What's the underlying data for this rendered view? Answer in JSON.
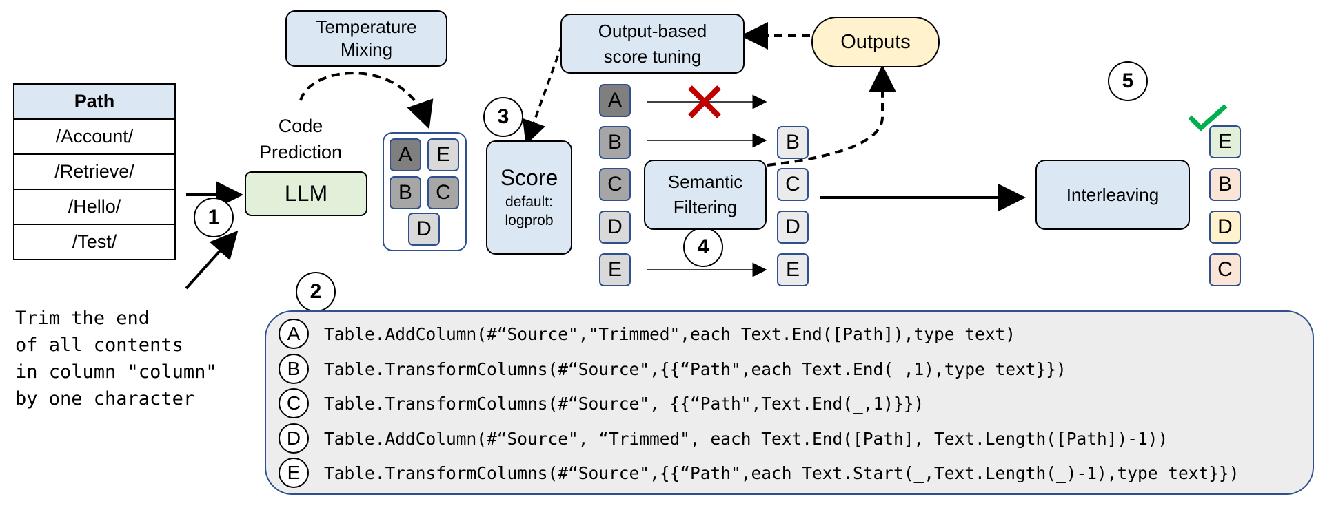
{
  "table": {
    "header": "Path",
    "rows": [
      "/Account/",
      "/Retrieve/",
      "/Hello/",
      "/Test/"
    ]
  },
  "nl_query": [
    "Trim the end",
    "of all contents",
    "in column \"column\"",
    "by one character"
  ],
  "nodes": {
    "llm": "LLM",
    "code_prediction": [
      "Code",
      "Prediction"
    ],
    "temperature_mixing": [
      "Temperature",
      "Mixing"
    ],
    "score": {
      "title": "Score",
      "subtitle": [
        "default:",
        "logprob"
      ]
    },
    "output_tuning": [
      "Output-based",
      "score tuning"
    ],
    "outputs": "Outputs",
    "semantic_filtering": [
      "Semantic",
      "Filtering"
    ],
    "interleaving": "Interleaving"
  },
  "steps": [
    "1",
    "2",
    "3",
    "4",
    "5"
  ],
  "candidate_pool": [
    "A",
    "E",
    "B",
    "C",
    "D"
  ],
  "scored_candidates": [
    "A",
    "B",
    "C",
    "D",
    "E"
  ],
  "filtered_candidates": [
    "B",
    "C",
    "D",
    "E"
  ],
  "final_ranking": [
    "E",
    "B",
    "D",
    "C"
  ],
  "marks": {
    "reject_icon": "cross-mark-icon",
    "accept_icon": "check-mark-icon",
    "reject_color": "#c00000",
    "accept_color": "#00b050"
  },
  "programs": [
    {
      "letter": "A",
      "code": "Table.AddColumn(#“Source\",\"Trimmed\",each Text.End([Path]),type text)"
    },
    {
      "letter": "B",
      "code": "Table.TransformColumns(#“Source\",{{“Path\",each Text.End(_,1),type text}})"
    },
    {
      "letter": "C",
      "code": "Table.TransformColumns(#“Source\", {{“Path\",Text.End(_,1)}})"
    },
    {
      "letter": "D",
      "code": "Table.AddColumn(#“Source\", “Trimmed\", each Text.End([Path], Text.Length([Path])-1))"
    },
    {
      "letter": "E",
      "code": "Table.TransformColumns(#“Source\",{{“Path\",each Text.Start(_,Text.Length(_)-1),type text}})"
    }
  ],
  "colors": {
    "box_blue": "#dbe7f3",
    "box_green": "#e2efd9",
    "box_cream": "#fff2cc",
    "tile_border": "#2f4f8f",
    "panel_gray": "#ededed"
  }
}
